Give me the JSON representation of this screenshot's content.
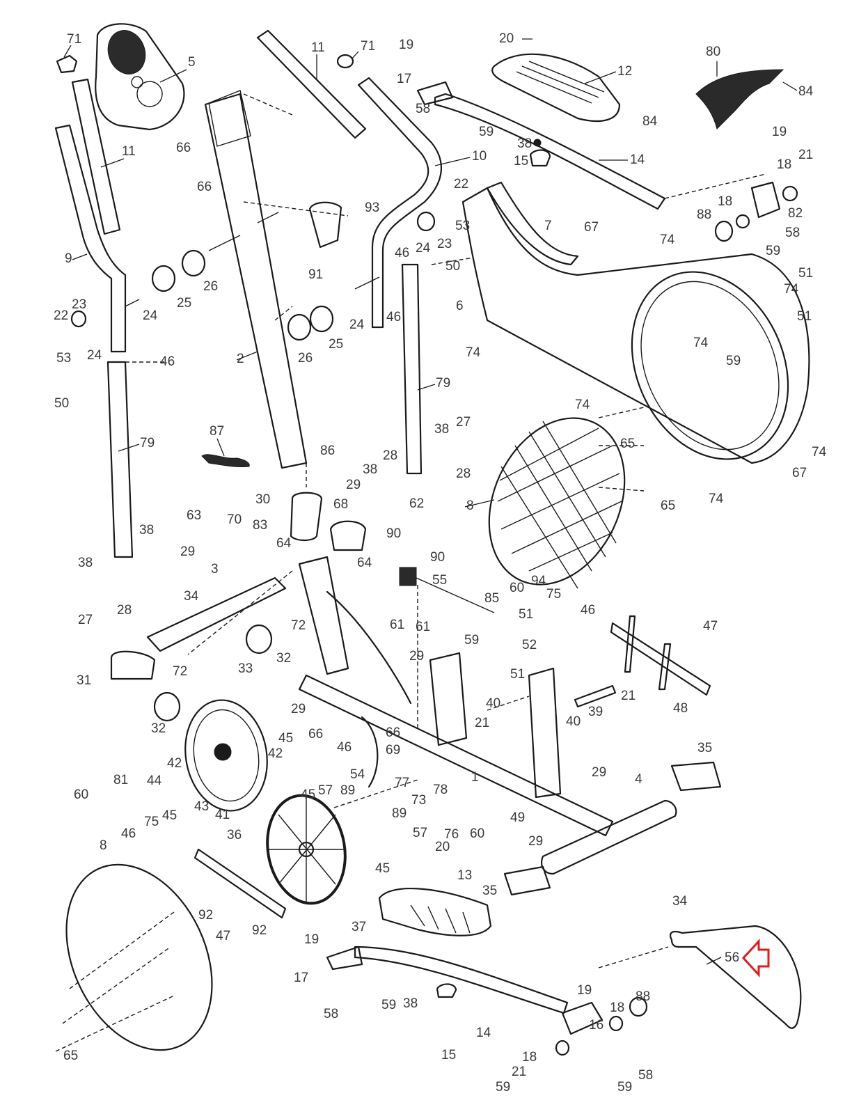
{
  "diagram": {
    "title": "Elliptical trainer exploded parts view",
    "highlight": {
      "part": "56",
      "color": "#e3191b",
      "shape": "arrow-left"
    },
    "callout_color": "#3a3a3a",
    "line_color": "#1a1a1a"
  },
  "callouts": [
    {
      "id": "c71a",
      "label": "71"
    },
    {
      "id": "c5",
      "label": "5"
    },
    {
      "id": "c11a",
      "label": "11"
    },
    {
      "id": "c71b",
      "label": "71"
    },
    {
      "id": "c19a",
      "label": "19"
    },
    {
      "id": "c20a",
      "label": "20"
    },
    {
      "id": "c12",
      "label": "12"
    },
    {
      "id": "c80",
      "label": "80"
    },
    {
      "id": "c84a",
      "label": "84"
    },
    {
      "id": "c84b",
      "label": "84"
    },
    {
      "id": "c17a",
      "label": "17"
    },
    {
      "id": "c58a",
      "label": "58"
    },
    {
      "id": "c59a",
      "label": "59"
    },
    {
      "id": "c66a",
      "label": "66"
    },
    {
      "id": "c66b",
      "label": "66"
    },
    {
      "id": "c11b",
      "label": "11"
    },
    {
      "id": "c38a",
      "label": "38"
    },
    {
      "id": "c15a",
      "label": "15"
    },
    {
      "id": "c14a",
      "label": "14"
    },
    {
      "id": "c10",
      "label": "10"
    },
    {
      "id": "c19b",
      "label": "19"
    },
    {
      "id": "c18a",
      "label": "18"
    },
    {
      "id": "c21a",
      "label": "21"
    },
    {
      "id": "c22a",
      "label": "22"
    },
    {
      "id": "c93",
      "label": "93"
    },
    {
      "id": "c53a",
      "label": "53"
    },
    {
      "id": "c7",
      "label": "7"
    },
    {
      "id": "c67a",
      "label": "67"
    },
    {
      "id": "c18b",
      "label": "18"
    },
    {
      "id": "c82",
      "label": "82"
    },
    {
      "id": "c88a",
      "label": "88"
    },
    {
      "id": "c58b",
      "label": "58"
    },
    {
      "id": "c59b",
      "label": "59"
    },
    {
      "id": "c74a",
      "label": "74"
    },
    {
      "id": "c24a",
      "label": "24"
    },
    {
      "id": "c23a",
      "label": "23"
    },
    {
      "id": "c9",
      "label": "9"
    },
    {
      "id": "c26a",
      "label": "26"
    },
    {
      "id": "c91",
      "label": "91"
    },
    {
      "id": "c46a",
      "label": "46"
    },
    {
      "id": "c50a",
      "label": "50"
    },
    {
      "id": "c51a",
      "label": "51"
    },
    {
      "id": "c74b",
      "label": "74"
    },
    {
      "id": "c22b",
      "label": "22"
    },
    {
      "id": "c23b",
      "label": "23"
    },
    {
      "id": "c24b",
      "label": "24"
    },
    {
      "id": "c25a",
      "label": "25"
    },
    {
      "id": "c6",
      "label": "6"
    },
    {
      "id": "c46b",
      "label": "46"
    },
    {
      "id": "c24c",
      "label": "24"
    },
    {
      "id": "c53b",
      "label": "53"
    },
    {
      "id": "c24d",
      "label": "24"
    },
    {
      "id": "c26b",
      "label": "26"
    },
    {
      "id": "c25b",
      "label": "25"
    },
    {
      "id": "c51b",
      "label": "51"
    },
    {
      "id": "c74c",
      "label": "74"
    },
    {
      "id": "c59c",
      "label": "59"
    },
    {
      "id": "c46c",
      "label": "46"
    },
    {
      "id": "c2",
      "label": "2"
    },
    {
      "id": "c74d",
      "label": "74"
    },
    {
      "id": "c50b",
      "label": "50"
    },
    {
      "id": "c79a",
      "label": "79"
    },
    {
      "id": "c79b",
      "label": "79"
    },
    {
      "id": "c74e",
      "label": "74"
    },
    {
      "id": "c65a",
      "label": "65"
    },
    {
      "id": "c87",
      "label": "87"
    },
    {
      "id": "c38b",
      "label": "38"
    },
    {
      "id": "c27a",
      "label": "27"
    },
    {
      "id": "c86",
      "label": "86"
    },
    {
      "id": "c74f",
      "label": "74"
    },
    {
      "id": "c28a",
      "label": "28"
    },
    {
      "id": "c38c",
      "label": "38"
    },
    {
      "id": "c28b",
      "label": "28"
    },
    {
      "id": "c29a",
      "label": "29"
    },
    {
      "id": "c67b",
      "label": "67"
    },
    {
      "id": "c8a",
      "label": "8"
    },
    {
      "id": "c65b",
      "label": "65"
    },
    {
      "id": "c74g",
      "label": "74"
    },
    {
      "id": "c30",
      "label": "30"
    },
    {
      "id": "c68",
      "label": "68"
    },
    {
      "id": "c62",
      "label": "62"
    },
    {
      "id": "c63",
      "label": "63"
    },
    {
      "id": "c70",
      "label": "70"
    },
    {
      "id": "c83",
      "label": "83"
    },
    {
      "id": "c64a",
      "label": "64"
    },
    {
      "id": "c38d",
      "label": "38"
    },
    {
      "id": "c29b",
      "label": "29"
    },
    {
      "id": "c90a",
      "label": "90"
    },
    {
      "id": "c90b",
      "label": "90"
    },
    {
      "id": "c64b",
      "label": "64"
    },
    {
      "id": "c38e",
      "label": "38"
    },
    {
      "id": "c55",
      "label": "55"
    },
    {
      "id": "c3",
      "label": "3"
    },
    {
      "id": "c60a",
      "label": "60"
    },
    {
      "id": "c94",
      "label": "94"
    },
    {
      "id": "c75a",
      "label": "75"
    },
    {
      "id": "c28c",
      "label": "28"
    },
    {
      "id": "c34a",
      "label": "34"
    },
    {
      "id": "c46d",
      "label": "46"
    },
    {
      "id": "c85",
      "label": "85"
    },
    {
      "id": "c27b",
      "label": "27"
    },
    {
      "id": "c61a",
      "label": "61"
    },
    {
      "id": "c61b",
      "label": "61"
    },
    {
      "id": "c51c",
      "label": "51"
    },
    {
      "id": "c72a",
      "label": "72"
    },
    {
      "id": "c47a",
      "label": "47"
    },
    {
      "id": "c59d",
      "label": "59"
    },
    {
      "id": "c52",
      "label": "52"
    },
    {
      "id": "c29c",
      "label": "29"
    },
    {
      "id": "c32a",
      "label": "32"
    },
    {
      "id": "c51d",
      "label": "51"
    },
    {
      "id": "c31",
      "label": "31"
    },
    {
      "id": "c72b",
      "label": "72"
    },
    {
      "id": "c33",
      "label": "33"
    },
    {
      "id": "c21b",
      "label": "21"
    },
    {
      "id": "c48",
      "label": "48"
    },
    {
      "id": "c40a",
      "label": "40"
    },
    {
      "id": "c39",
      "label": "39"
    },
    {
      "id": "c40b",
      "label": "40"
    },
    {
      "id": "c29d",
      "label": "29"
    },
    {
      "id": "c66c",
      "label": "66"
    },
    {
      "id": "c21c",
      "label": "21"
    },
    {
      "id": "c32b",
      "label": "32"
    },
    {
      "id": "c45a",
      "label": "45"
    },
    {
      "id": "c42a",
      "label": "42"
    },
    {
      "id": "c46e",
      "label": "46"
    },
    {
      "id": "c66d",
      "label": "66"
    },
    {
      "id": "c69",
      "label": "69"
    },
    {
      "id": "c1",
      "label": "1"
    },
    {
      "id": "c35a",
      "label": "35"
    },
    {
      "id": "c42b",
      "label": "42"
    },
    {
      "id": "c81",
      "label": "81"
    },
    {
      "id": "c44",
      "label": "44"
    },
    {
      "id": "c54",
      "label": "54"
    },
    {
      "id": "c77",
      "label": "77"
    },
    {
      "id": "c78",
      "label": "78"
    },
    {
      "id": "c57a",
      "label": "57"
    },
    {
      "id": "c29e",
      "label": "29"
    },
    {
      "id": "c4",
      "label": "4"
    },
    {
      "id": "c60b",
      "label": "60"
    },
    {
      "id": "c45b",
      "label": "45"
    },
    {
      "id": "c43",
      "label": "43"
    },
    {
      "id": "c89a",
      "label": "89"
    },
    {
      "id": "c73",
      "label": "73"
    },
    {
      "id": "c41",
      "label": "41"
    },
    {
      "id": "c45c",
      "label": "45"
    },
    {
      "id": "c75b",
      "label": "75"
    },
    {
      "id": "c46f",
      "label": "46"
    },
    {
      "id": "c76",
      "label": "76"
    },
    {
      "id": "c49",
      "label": "49"
    },
    {
      "id": "c60c",
      "label": "60"
    },
    {
      "id": "c29f",
      "label": "29"
    },
    {
      "id": "c89b",
      "label": "89"
    },
    {
      "id": "c57b",
      "label": "57"
    },
    {
      "id": "c8b",
      "label": "8"
    },
    {
      "id": "c36",
      "label": "36"
    },
    {
      "id": "c20b",
      "label": "20"
    },
    {
      "id": "c45d",
      "label": "45"
    },
    {
      "id": "c13",
      "label": "13"
    },
    {
      "id": "c35b",
      "label": "35"
    },
    {
      "id": "c34b",
      "label": "34"
    },
    {
      "id": "c92a",
      "label": "92"
    },
    {
      "id": "c47b",
      "label": "47"
    },
    {
      "id": "c92b",
      "label": "92"
    },
    {
      "id": "c37",
      "label": "37"
    },
    {
      "id": "c19c",
      "label": "19"
    },
    {
      "id": "c17b",
      "label": "17"
    },
    {
      "id": "c56",
      "label": "56"
    },
    {
      "id": "c58c",
      "label": "58"
    },
    {
      "id": "c59e",
      "label": "59"
    },
    {
      "id": "c38f",
      "label": "38"
    },
    {
      "id": "c19d",
      "label": "19"
    },
    {
      "id": "c88b",
      "label": "88"
    },
    {
      "id": "c18c",
      "label": "18"
    },
    {
      "id": "c16",
      "label": "16"
    },
    {
      "id": "c14b",
      "label": "14"
    },
    {
      "id": "c15b",
      "label": "15"
    },
    {
      "id": "c65c",
      "label": "65"
    },
    {
      "id": "c18d",
      "label": "18"
    },
    {
      "id": "c58d",
      "label": "58"
    },
    {
      "id": "c21d",
      "label": "21"
    },
    {
      "id": "c59f",
      "label": "59"
    },
    {
      "id": "c59g",
      "label": "59"
    }
  ]
}
